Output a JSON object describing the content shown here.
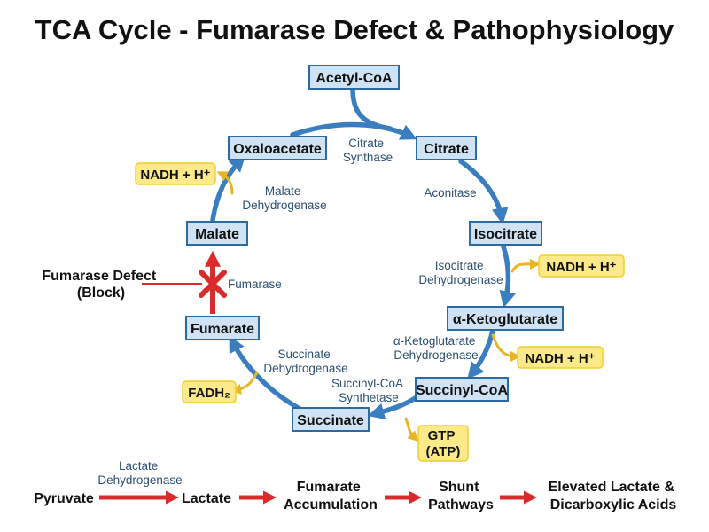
{
  "title": "TCA Cycle - Fumarase Defect & Pathophysiology",
  "colors": {
    "node_fill": "#cfe3f4",
    "node_stroke": "#2c6aa3",
    "cycle_arrow": "#3a7ebf",
    "product_fill": "#fbe98a",
    "product_arrow": "#e9b526",
    "block_red": "#d92b2b",
    "enzyme_text": "#2b4e72"
  },
  "metabolites": {
    "acetyl_coa": "Acetyl-CoA",
    "citrate": "Citrate",
    "isocitrate": "Isocitrate",
    "alpha_ketoglutarate": "α-Ketoglutarate",
    "succinyl_coa": "Succinyl-CoA",
    "succinate": "Succinate",
    "fumarate": "Fumarate",
    "malate": "Malate",
    "oxaloacetate": "Oxaloacetate"
  },
  "enzymes": {
    "citrate_synthase": [
      "Citrate",
      "Synthase"
    ],
    "aconitase": "Aconitase",
    "isocitrate_dh": [
      "Isocitrate",
      "Dehydrogenase"
    ],
    "akg_dh": [
      "α-Ketoglutarate",
      "Dehydrogenase"
    ],
    "succinyl_coa_synthetase": [
      "Succinyl-CoA",
      "Synthetase"
    ],
    "succinate_dh": [
      "Succinate",
      "Dehydrogenase"
    ],
    "fumarase": "Fumarase",
    "malate_dh": [
      "Malate",
      "Dehydrogenase"
    ]
  },
  "products": {
    "nadh_isocitrate": "NADH + H⁺",
    "nadh_akg": "NADH + H⁺",
    "nadh_malate": "NADH + H⁺",
    "gtp": [
      "GTP",
      "(ATP)"
    ],
    "fadh2": "FADH₂"
  },
  "defect": {
    "label": [
      "Fumarase Defect",
      "(Block)"
    ],
    "block_icon": "red-x-icon"
  },
  "bottom_flow": {
    "steps": [
      [
        "Pyruvate"
      ],
      [
        "Lactate"
      ],
      [
        "Fumarate",
        "Accumulation"
      ],
      [
        "Shunt",
        "Pathways"
      ],
      [
        "Elevated Lactate &",
        "Dicarboxylic Acids"
      ]
    ],
    "first_arrow_label": [
      "Lactate",
      "Dehydrogenase"
    ]
  }
}
